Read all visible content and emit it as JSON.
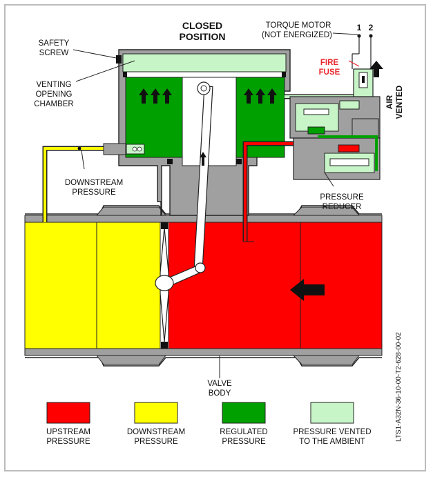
{
  "title_line1": "CLOSED",
  "title_line2": "POSITION",
  "labels": {
    "safety_screw": [
      "SAFETY",
      "SCREW"
    ],
    "venting_chamber": [
      "VENTING",
      "OPENING",
      "CHAMBER"
    ],
    "downstream_pressure": [
      "DOWNSTREAM",
      "PRESSURE"
    ],
    "torque_motor": [
      "TORQUE MOTOR",
      "(NOT ENERGIZED)"
    ],
    "terminal_1": "1",
    "terminal_2": "2",
    "fire_fuse": [
      "FIRE",
      "FUSE"
    ],
    "air_vented": [
      "AIR",
      "VENTED"
    ],
    "pressure_reducer": [
      "PRESSURE",
      "REDUCER"
    ],
    "valve_body": [
      "VALVE",
      "BODY"
    ],
    "doc_ref": "LTS1-A32N-36-10-00-T2-628-00-02"
  },
  "legend": [
    {
      "color": "#ff0000",
      "line1": "UPSTREAM",
      "line2": "PRESSURE"
    },
    {
      "color": "#ffff00",
      "line1": "DOWNSTREAM",
      "line2": "PRESSURE"
    },
    {
      "color": "#00a000",
      "line1": "REGULATED",
      "line2": "PRESSURE"
    },
    {
      "color": "#c8f5c8",
      "line1": "PRESSURE VENTED",
      "line2": "TO THE AMBIENT"
    }
  ],
  "colors": {
    "upstream": "#ff0000",
    "downstream": "#ffff00",
    "regulated": "#00a000",
    "vented": "#c8f5c8",
    "body_gray": "#a0a0a0"
  }
}
